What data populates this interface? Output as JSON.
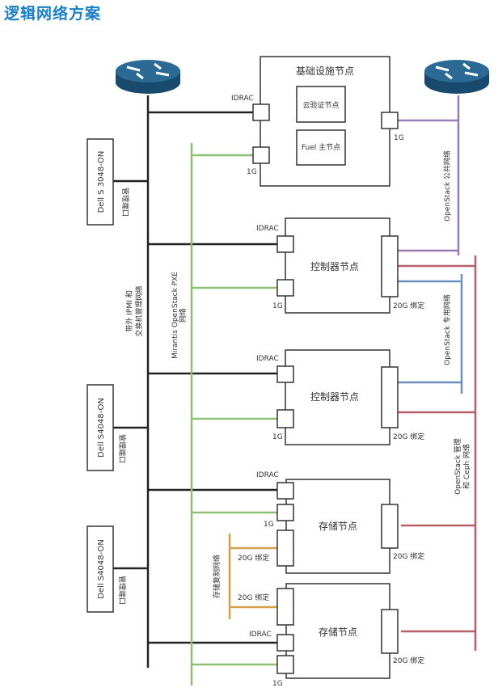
{
  "title": "逻辑网络方案",
  "colors": {
    "title": "#1a7fc4",
    "router": "#1d5a83",
    "mgmt_line": "#222222",
    "pxe_line": "#8dbf74",
    "public_line": "#9a7cb3",
    "private_line": "#6d8fc0",
    "ceph_line": "#b8606a",
    "replication_line": "#d4a24c",
    "box_border": "#333333"
  },
  "switches": [
    {
      "name": "Dell S 3048-ON",
      "port_label": "管理端口"
    },
    {
      "name": "Dell S4048-ON",
      "port_label": "管理端口"
    },
    {
      "name": "Dell S4048-ON",
      "port_label": "管理端口"
    }
  ],
  "networks": {
    "oob": "带外 IPMI 和\n交换机管理网络",
    "oob_lines": [
      "带外 IPMI 和",
      "交换机管理网络"
    ],
    "pxe_lines": [
      "Mirantis OpenStack PXE",
      "网络"
    ],
    "public": "OpenStack 公共网络",
    "private": "OpenStack 专用网络",
    "mgmt_ceph_lines": [
      "OpenStack 管理",
      "和 Ceph 网络"
    ],
    "replication": "存储复制网络"
  },
  "infra_node": {
    "title": "基础设施节点",
    "sub1": "云验证节点",
    "sub2": "Fuel 主节点",
    "idrac": "IDRAC",
    "port_1g": "1G",
    "public_port": "1G"
  },
  "controllers": [
    {
      "title": "控制器节点",
      "idrac": "IDRAC",
      "port_1g": "1G",
      "bond": "20G 绑定"
    },
    {
      "title": "控制器节点",
      "idrac": "IDRAC",
      "port_1g": "1G",
      "bond": "20G 绑定"
    }
  ],
  "storage": [
    {
      "title": "存储节点",
      "idrac": "IDRAC",
      "port_1g": "1G",
      "bond_left": "20G 绑定",
      "bond_right": "20G 绑定"
    },
    {
      "title": "存储节点",
      "idrac": "IDRAC",
      "port_1g": "1G",
      "bond_left": "20G 绑定",
      "bond_right": "20G 绑定"
    }
  ]
}
